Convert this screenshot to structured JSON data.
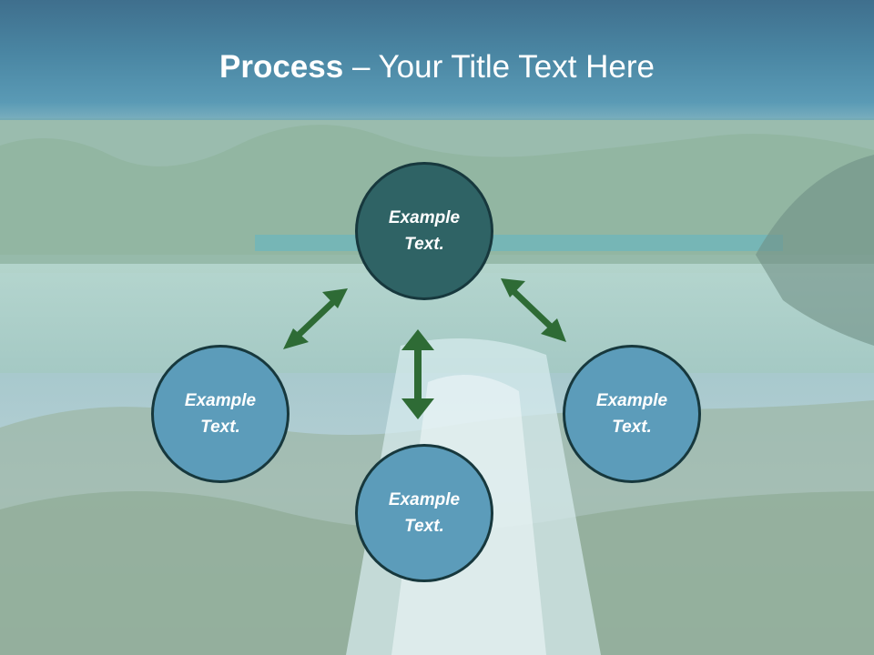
{
  "slide": {
    "title_bold": "Process",
    "title_rest": " – Your Title Text Here"
  },
  "nodes": [
    {
      "id": "top",
      "label": "Example\nText.",
      "color": "#2f6365"
    },
    {
      "id": "left",
      "label": "Example\nText.",
      "color": "#5c9cba"
    },
    {
      "id": "bottom",
      "label": "Example\nText.",
      "color": "#5c9cba"
    },
    {
      "id": "right",
      "label": "Example\nText.",
      "color": "#5c9cba"
    }
  ],
  "connector_color": "#2e6b35"
}
